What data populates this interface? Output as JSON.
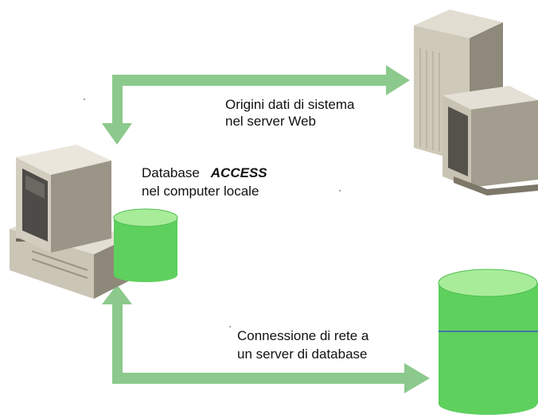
{
  "diagram": {
    "colors": {
      "arrow": "#8cc98c",
      "db_green": "#5ed05e",
      "db_top": "#a8ec9a",
      "computer_beige": "#d9d3c4",
      "computer_shadow": "#7d776a",
      "screen": "#4d4b47",
      "db_line": "#3a5bb8"
    },
    "labels": {
      "system_sources_line1": "Origini dati di sistema",
      "system_sources_line2": "nel server Web",
      "local_db_word": "Database",
      "local_db_access": "ACCESS",
      "local_db_line2": "nel computer locale",
      "network_line1": "Connessione di rete a",
      "network_line2": "un server di database"
    },
    "icons": [
      "desktop-computer-icon",
      "web-server-icon",
      "database-icon"
    ]
  }
}
